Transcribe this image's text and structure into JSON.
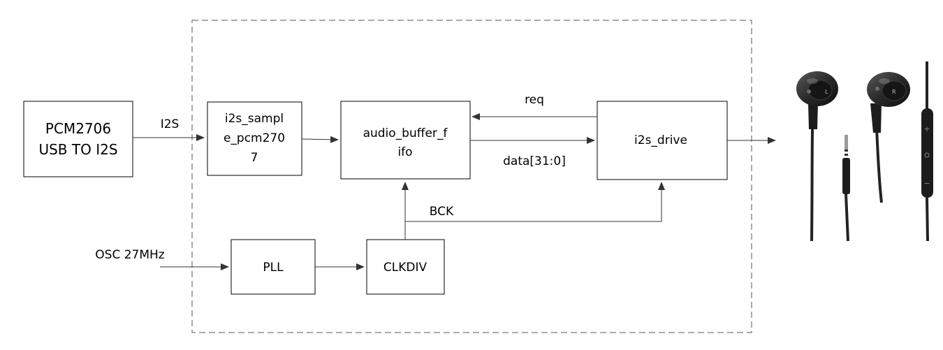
{
  "diagram": {
    "blocks": {
      "pcm2706": {
        "line1": "PCM2706",
        "line2": "USB TO I2S"
      },
      "i2s_sample": {
        "line1": "i2s_sampl",
        "line2": "e_pcm270",
        "line3": "7"
      },
      "audio_buffer": {
        "line1": "audio_buffer_f",
        "line2": "ifo"
      },
      "i2s_drive": {
        "line1": "i2s_drive"
      },
      "pll": {
        "line1": "PLL"
      },
      "clkdiv": {
        "line1": "CLKDIV"
      }
    },
    "signals": {
      "i2s": "I2S",
      "req": "req",
      "data": "data[31:0]",
      "bck": "BCK",
      "osc": "OSC 27MHz"
    },
    "earphones": {
      "left_marker": "L",
      "right_marker": "R",
      "remote_plus": "+",
      "remote_minus": "−"
    }
  }
}
